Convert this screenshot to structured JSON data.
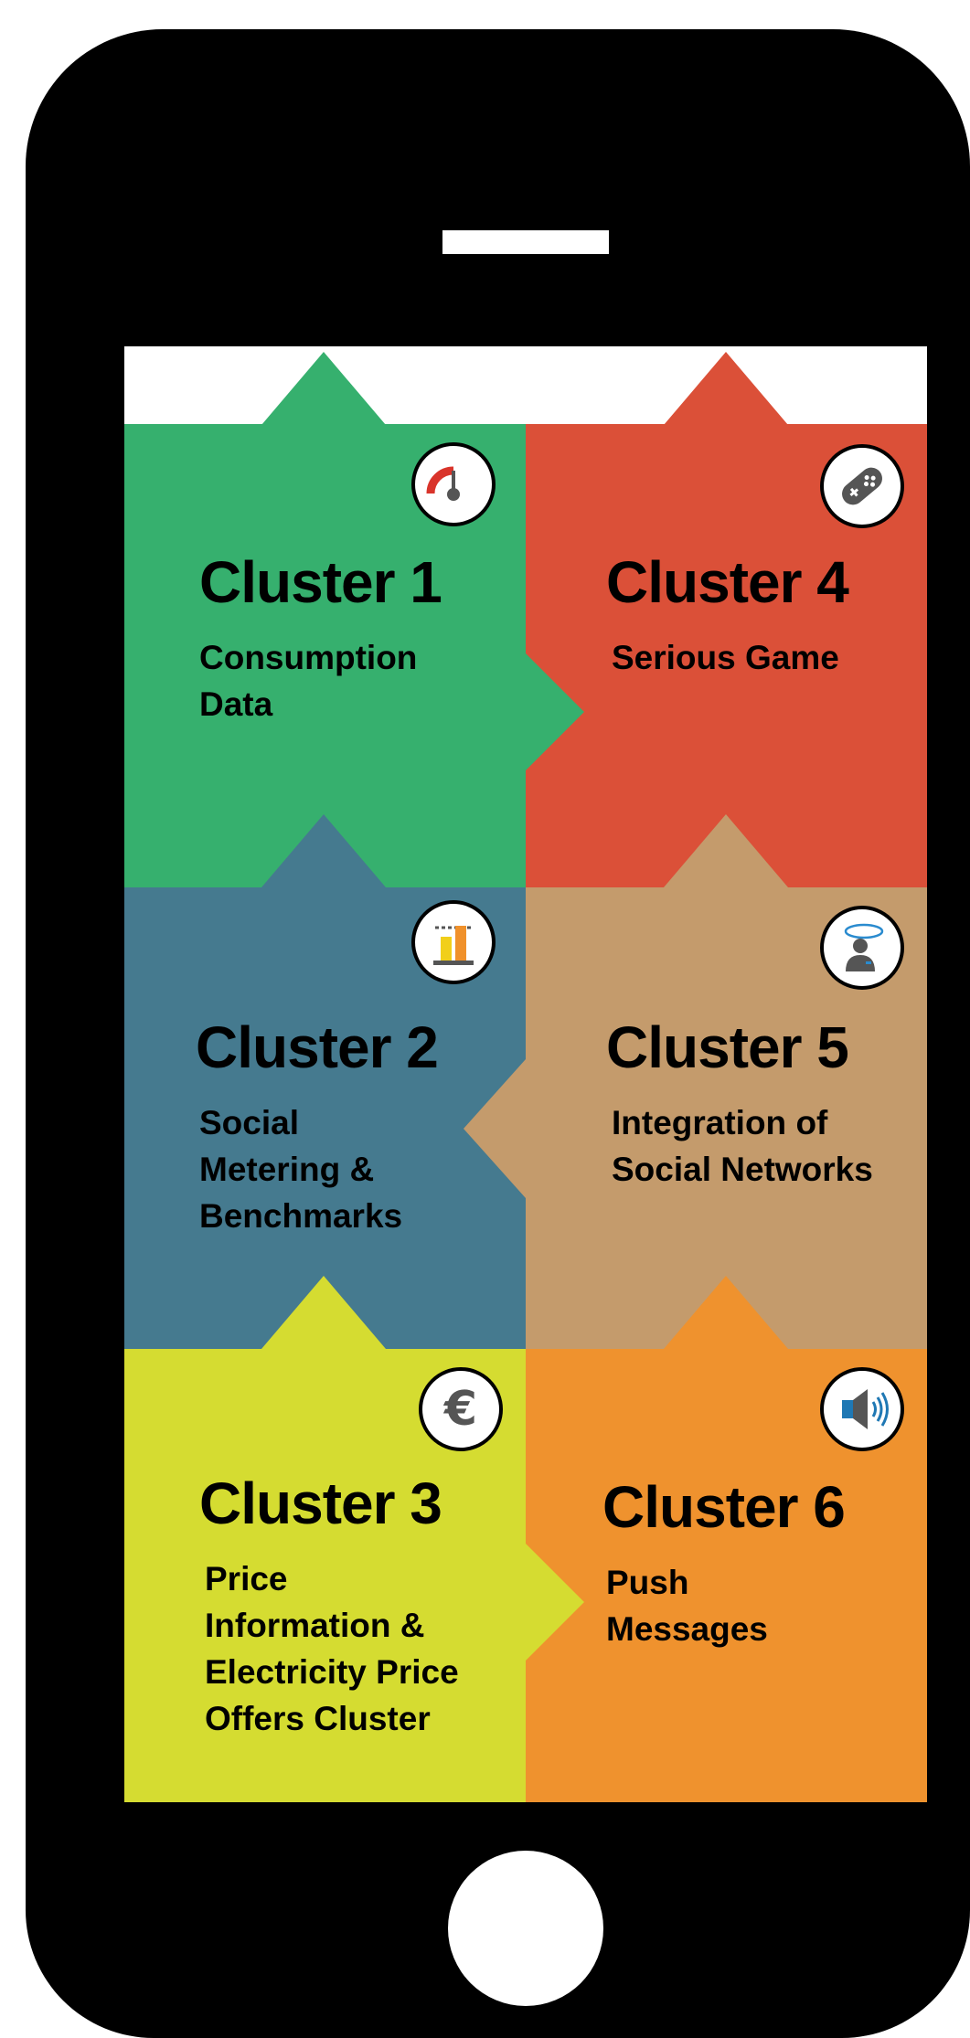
{
  "clusters": [
    {
      "title": "Cluster 1",
      "lines": [
        "Consumption",
        "Data"
      ],
      "color": "#36b06e",
      "icon": "gauge-icon"
    },
    {
      "title": "Cluster 2",
      "lines": [
        "Social",
        "Metering &",
        "Benchmarks"
      ],
      "color": "#457a8f",
      "icon": "bar-chart-icon"
    },
    {
      "title": "Cluster 3",
      "lines": [
        "Price",
        "Information &",
        "Electricity Price",
        "Offers Cluster"
      ],
      "color": "#d5dc31",
      "icon": "euro-icon"
    },
    {
      "title": "Cluster 4",
      "lines": [
        "Serious Game"
      ],
      "color": "#db5038",
      "icon": "gamepad-icon"
    },
    {
      "title": "Cluster 5",
      "lines": [
        "Integration of",
        "Social Networks"
      ],
      "color": "#c49b6c",
      "icon": "person-chat-icon"
    },
    {
      "title": "Cluster 6",
      "lines": [
        "Push",
        "Messages"
      ],
      "color": "#ef922e",
      "icon": "speaker-icon"
    }
  ]
}
